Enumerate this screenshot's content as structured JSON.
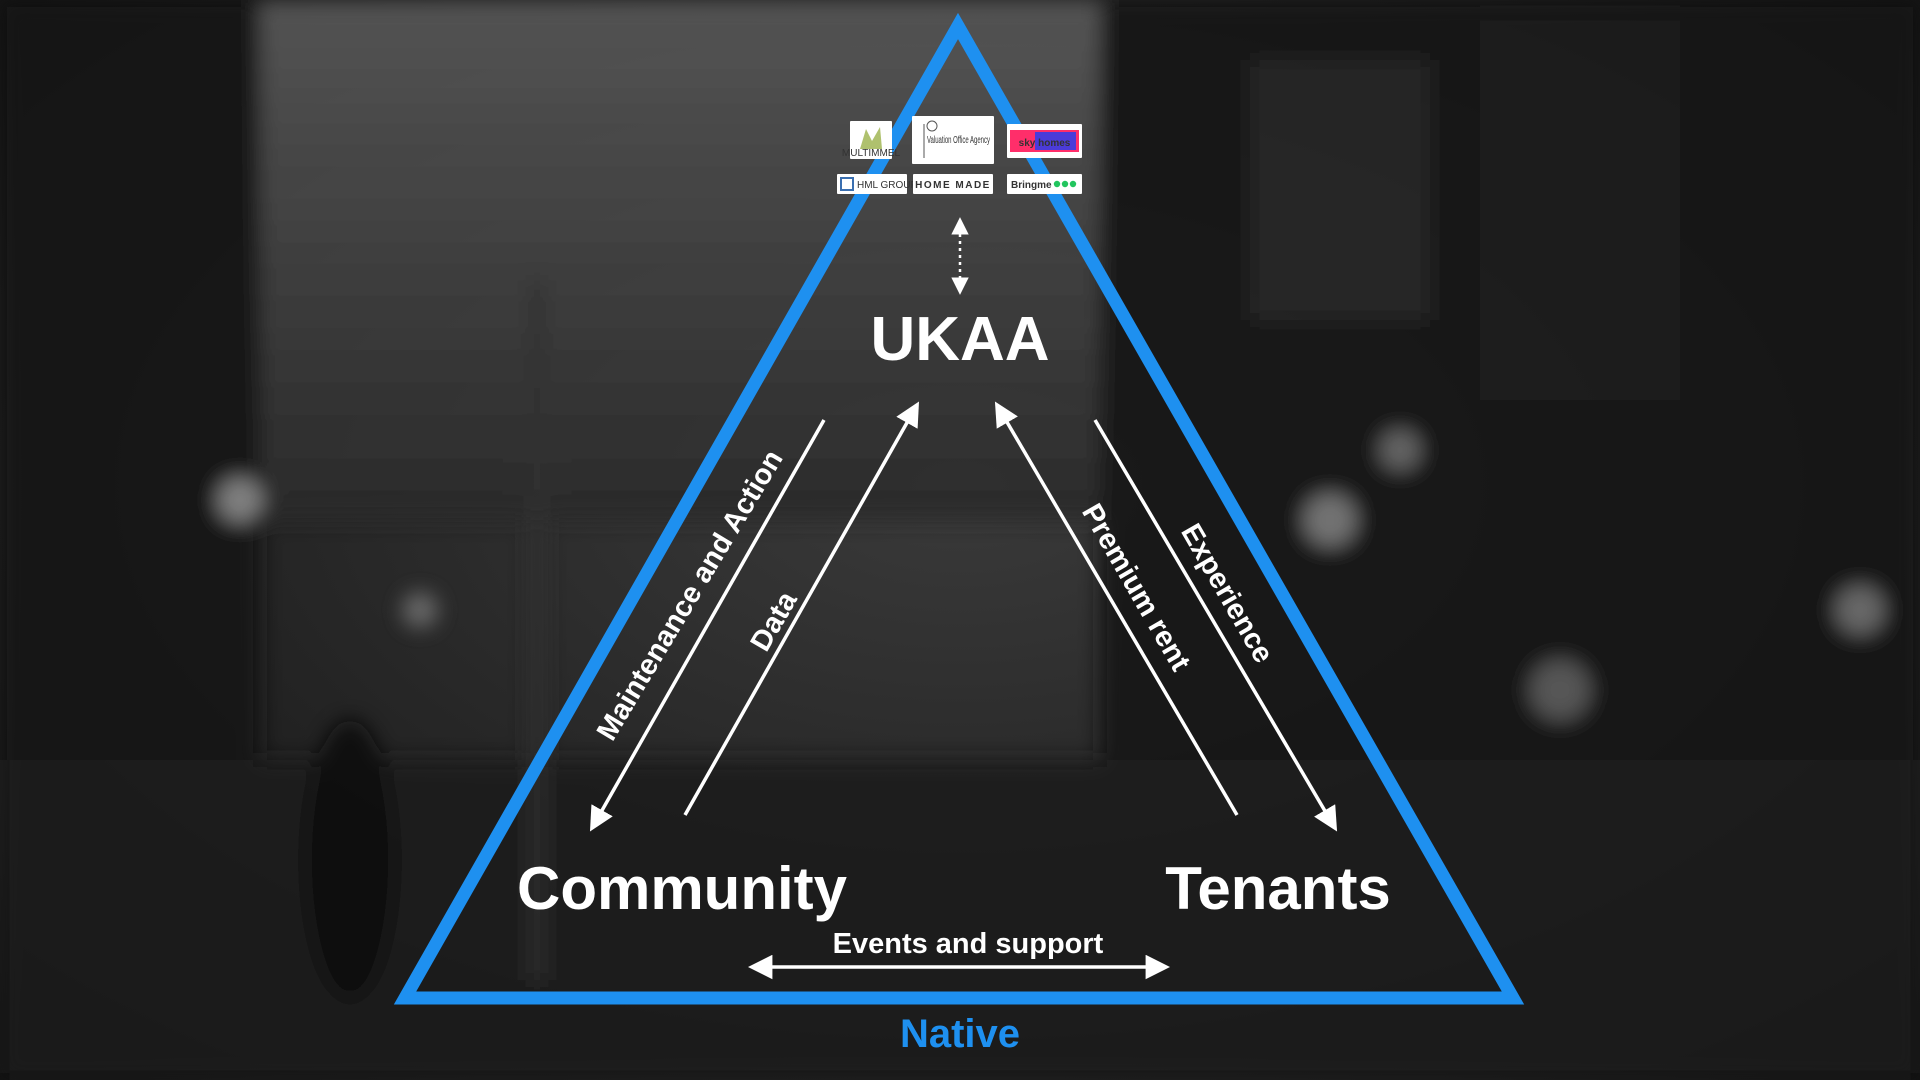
{
  "diagram": {
    "nodes": {
      "top": "UKAA",
      "left": "Community",
      "right": "Tenants"
    },
    "edges": {
      "community_from_ukaa": "Maintenance and Action",
      "community_to_ukaa": "Data",
      "tenants_to_ukaa": "Premium rent",
      "ukaa_to_tenants": "Experience",
      "community_tenants": "Events and support"
    },
    "brand": "Native",
    "partner_logos": [
      {
        "name": "MULTIMMEL"
      },
      {
        "name": "Valuation Office Agency"
      },
      {
        "name": "sky homes"
      },
      {
        "name": "HML GROUP"
      },
      {
        "name": "HOME MADE"
      },
      {
        "name": "Bringme"
      }
    ],
    "colors": {
      "triangle": "#1E90F0",
      "brand": "#1E90F0",
      "text": "#FFFFFF"
    }
  }
}
